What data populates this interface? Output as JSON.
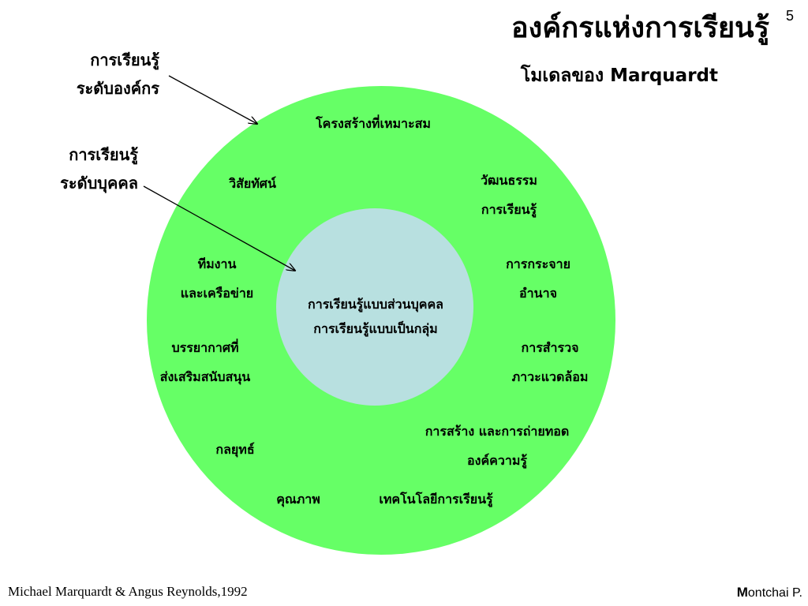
{
  "slide": {
    "title": "องค์กรแห่งการเรียนรู้",
    "page_number": "5",
    "subtitle": "โมเดลของ Marquardt"
  },
  "side_labels": {
    "organizational": [
      "การเรียนรู้",
      "ระดับองค์กร"
    ],
    "individual": [
      "การเรียนรู้",
      "ระดับบุคคล"
    ]
  },
  "outer_ring": {
    "color": "#66ff66",
    "items": [
      {
        "id": "structure",
        "lines": [
          "โครงสร้างที่เหมาะสม"
        ]
      },
      {
        "id": "vision",
        "lines": [
          "วิสัยทัศน์"
        ]
      },
      {
        "id": "culture",
        "lines": [
          "วัฒนธรรม",
          "การเรียนรู้"
        ]
      },
      {
        "id": "teams",
        "lines": [
          "ทีมงาน",
          "และเครือข่าย"
        ]
      },
      {
        "id": "empowerment",
        "lines": [
          "การกระจาย",
          "อำนาจ"
        ]
      },
      {
        "id": "climate",
        "lines": [
          "บรรยากาศที่",
          "ส่งเสริมสนับสนุน"
        ]
      },
      {
        "id": "scanning",
        "lines": [
          "การสำรวจ",
          "ภาวะแวดล้อม"
        ]
      },
      {
        "id": "knowledge",
        "lines": [
          "การสร้าง และการถ่ายทอด",
          "องค์ความรู้"
        ]
      },
      {
        "id": "strategy",
        "lines": [
          "กลยุทธ์"
        ]
      },
      {
        "id": "quality",
        "lines": [
          "คุณภาพ"
        ]
      },
      {
        "id": "technology",
        "lines": [
          "เทคโนโลยีการเรียนรู้"
        ]
      }
    ]
  },
  "inner_circle": {
    "color": "#b8e0e0",
    "lines": [
      "การเรียนรู้แบบส่วนบุคคล",
      "การเรียนรู้แบบเป็นกลุ่ม"
    ]
  },
  "footer": {
    "citation": "Michael Marquardt & Angus Reynolds,1992",
    "author_initial": "M",
    "author_rest": "ontchai P."
  }
}
